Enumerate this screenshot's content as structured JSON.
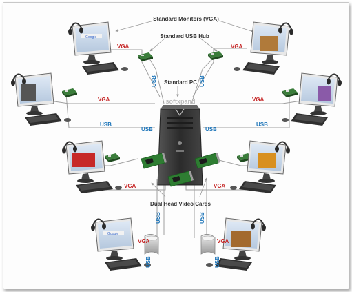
{
  "labels": {
    "monitors": "Standard Monitors (VGA)",
    "usb_hub": "Standard USB Hub",
    "pc": "Standard PC",
    "video_cards": "Dual Head Video Cards",
    "brand": "softxpand"
  },
  "connectors": {
    "vga": "VGA",
    "usb": "USB"
  },
  "colors": {
    "vga": "#c62828",
    "usb": "#1a73b8",
    "cable": "#9a9a9a",
    "tower": "#3a3a3a",
    "card": "#2e7d32"
  },
  "workstations": [
    {
      "id": "top-left",
      "screen": "browser"
    },
    {
      "id": "top-right",
      "screen": "photo"
    },
    {
      "id": "mid-left",
      "screen": "photo-bw"
    },
    {
      "id": "mid-right",
      "screen": "chart"
    },
    {
      "id": "lower-left",
      "screen": "game"
    },
    {
      "id": "lower-right",
      "screen": "photo"
    },
    {
      "id": "bottom-left",
      "screen": "browser"
    },
    {
      "id": "bottom-right",
      "screen": "photo"
    }
  ]
}
